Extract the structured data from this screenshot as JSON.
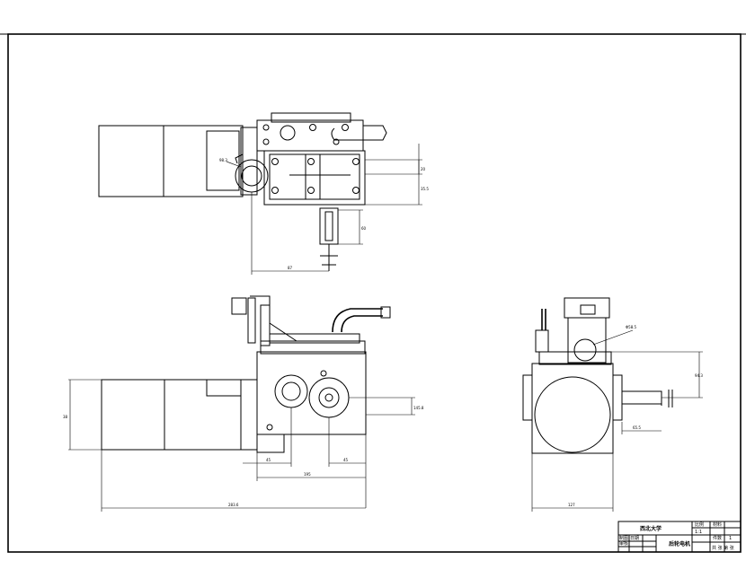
{
  "title_block": {
    "school": "西北大学",
    "drawing_name": "后轮电机",
    "cells": [
      "比例",
      "材料",
      "1:1",
      "件数",
      "1",
      "制图",
      "审核",
      "日期",
      "共 张 第 张"
    ]
  },
  "dimensions": {
    "top_view": [
      "20",
      "35.5",
      "98.3",
      "60",
      "87"
    ],
    "front_view": [
      "38",
      "145.8",
      "45",
      "45",
      "195",
      "283.6"
    ],
    "side_view": [
      "Φ58.5",
      "94.3",
      "65.5",
      "127"
    ]
  }
}
